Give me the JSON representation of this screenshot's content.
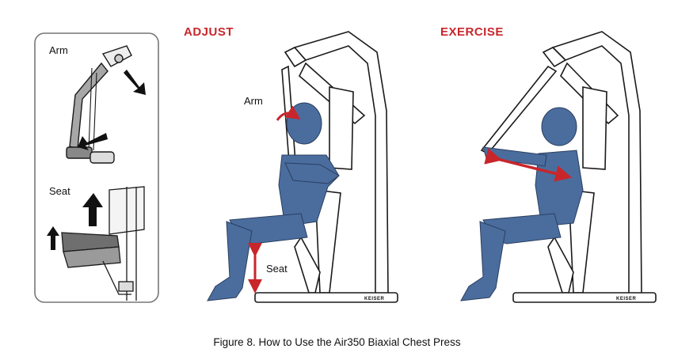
{
  "inset": {
    "arm_label": "Arm",
    "seat_label": "Seat"
  },
  "adjust": {
    "heading": "ADJUST",
    "arm_label": "Arm",
    "seat_label": "Seat",
    "brand": "KEISER"
  },
  "exercise": {
    "heading": "EXERCISE",
    "brand": "KEISER"
  },
  "caption": "Figure 8. How to Use the Air350 Biaxial Chest Press",
  "colors": {
    "accent_red": "#c8262b",
    "figure_blue": "#4a6d9e",
    "line_dark": "#1a1a1a"
  }
}
